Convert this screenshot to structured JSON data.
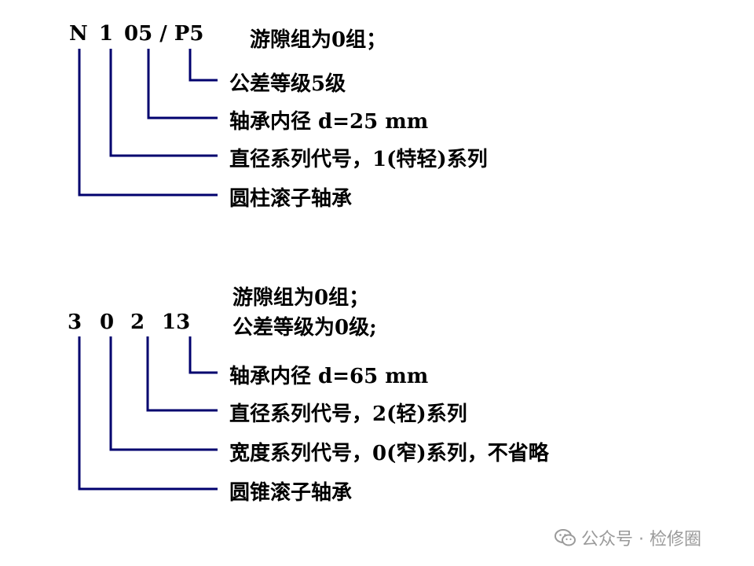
{
  "diagram1": {
    "code_parts": [
      "N",
      "1",
      "05 / P5"
    ],
    "labels": [
      "游隙组为0组；",
      "公差等级5级",
      "轴承内径 d=25 mm",
      "直径系列代号，1(特轻)系列",
      "圆柱滚子轴承"
    ]
  },
  "diagram2": {
    "code_parts": [
      "3",
      "0",
      "2",
      "13"
    ],
    "labels": [
      "游隙组为0组；",
      "公差等级为0级;",
      "轴承内径 d=65 mm",
      "直径系列代号，2(轻)系列",
      "宽度系列代号，0(窄)系列，不省略",
      "圆锥滚子轴承"
    ]
  },
  "line_color": "#00006e",
  "watermark": {
    "icon": "wechat-icon",
    "text": "公众号 · 检修圈"
  }
}
